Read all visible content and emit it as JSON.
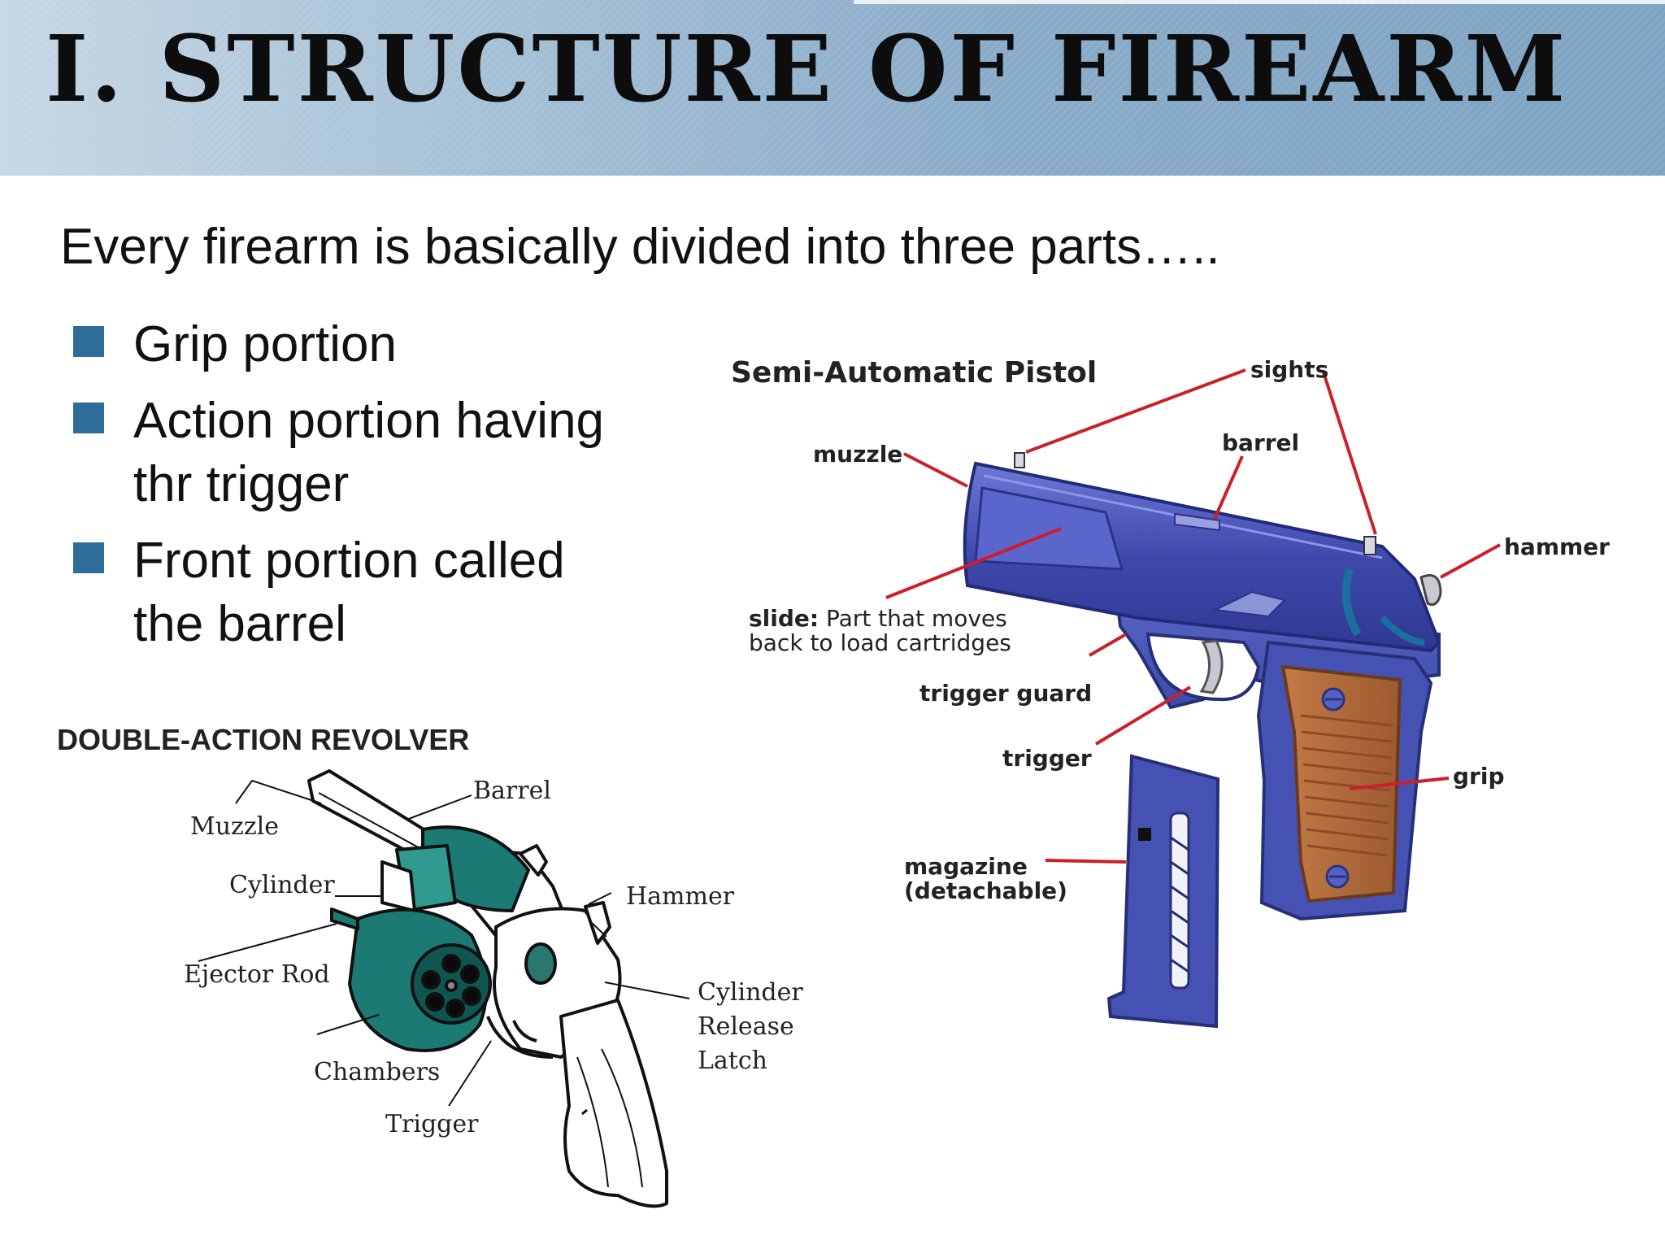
{
  "title": "I. STRUCTURE OF FIREARM",
  "subtitle": "Every firearm is basically divided into three parts…..",
  "bullets": [
    {
      "lines": [
        "Grip portion"
      ]
    },
    {
      "lines": [
        "Action portion having",
        "thr trigger"
      ]
    },
    {
      "lines": [
        "Front portion called",
        "the barrel"
      ]
    }
  ],
  "pistol": {
    "heading": "Semi-Automatic Pistol",
    "labels": {
      "sights": "sights",
      "barrel": "barrel",
      "muzzle": "muzzle",
      "hammer": "hammer",
      "slide_bold": "slide:",
      "slide_rest": " Part that moves",
      "slide_line2": "back to load cartridges",
      "trigger_guard": "trigger guard",
      "trigger": "trigger",
      "grip": "grip",
      "magazine_line1": "magazine",
      "magazine_line2": "(detachable)"
    }
  },
  "revolver": {
    "heading": "DOUBLE-ACTION REVOLVER",
    "labels": {
      "barrel": "Barrel",
      "muzzle": "Muzzle",
      "cylinder": "Cylinder",
      "hammer": "Hammer",
      "ejector_rod": "Ejector Rod",
      "cylinder_release_1": "Cylinder",
      "cylinder_release_2": "Release",
      "cylinder_release_3": "Latch",
      "chambers": "Chambers",
      "trigger": "Trigger"
    }
  },
  "colors": {
    "bullet": "#2f6c9a",
    "pistol_body": "#4a55b8",
    "pistol_grip": "#b06a3a",
    "pointer_line": "#cc1f2b",
    "revolver_cylinder": "#1c7a74"
  }
}
